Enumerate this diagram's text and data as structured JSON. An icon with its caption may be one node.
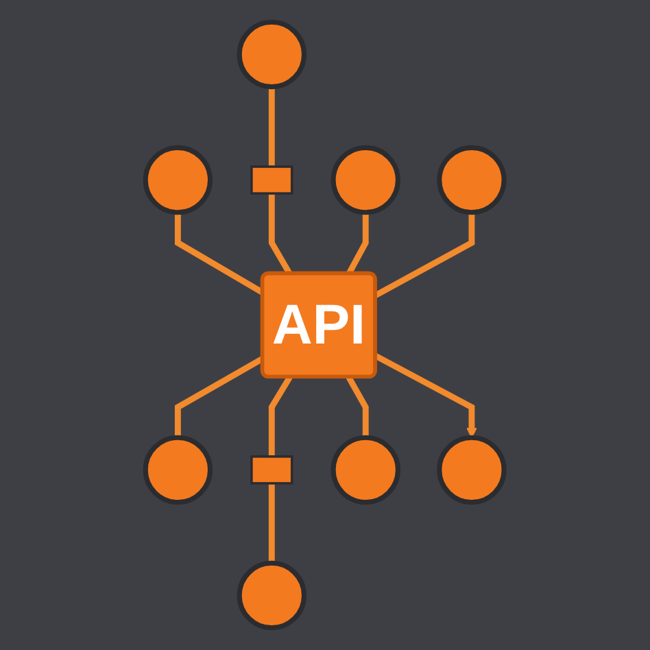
{
  "diagram": {
    "nodes": [
      {
        "text": [],
        "shape": "circle"
      },
      {
        "text": [],
        "shape": "circle"
      },
      {
        "text": [],
        "shape": "circle"
      },
      {
        "text": [],
        "shape": "box"
      },
      {
        "text": [],
        "shape": "circle"
      },
      {
        "text": [
          "API"
        ]
      },
      {
        "text": [],
        "shape": "circle"
      },
      {
        "text": [],
        "shape": "box"
      },
      {
        "text": [],
        "shape": "circle"
      },
      {
        "text": [],
        "shape": "circle"
      },
      {
        "text": [],
        "shape": "circle"
      }
    ],
    "edges": [
      {
        "from": 0,
        "to": 5,
        "arrow": "none"
      },
      {
        "from": 1,
        "to": 3,
        "arrow": "none"
      },
      {
        "from": 3,
        "to": 5,
        "arrow": "none"
      },
      {
        "from": 2,
        "to": 5,
        "arrow": "none"
      },
      {
        "from": 4,
        "to": 5,
        "arrow": "none"
      },
      {
        "from": 5,
        "to": 6,
        "arrow": "to"
      },
      {
        "from": 5,
        "to": 8,
        "arrow": "none"
      },
      {
        "from": 5,
        "to": 7,
        "arrow": "none"
      },
      {
        "from": 7,
        "to": 9,
        "arrow": "none"
      },
      {
        "from": 5,
        "to": 10,
        "arrow": "none"
      }
    ]
  }
}
